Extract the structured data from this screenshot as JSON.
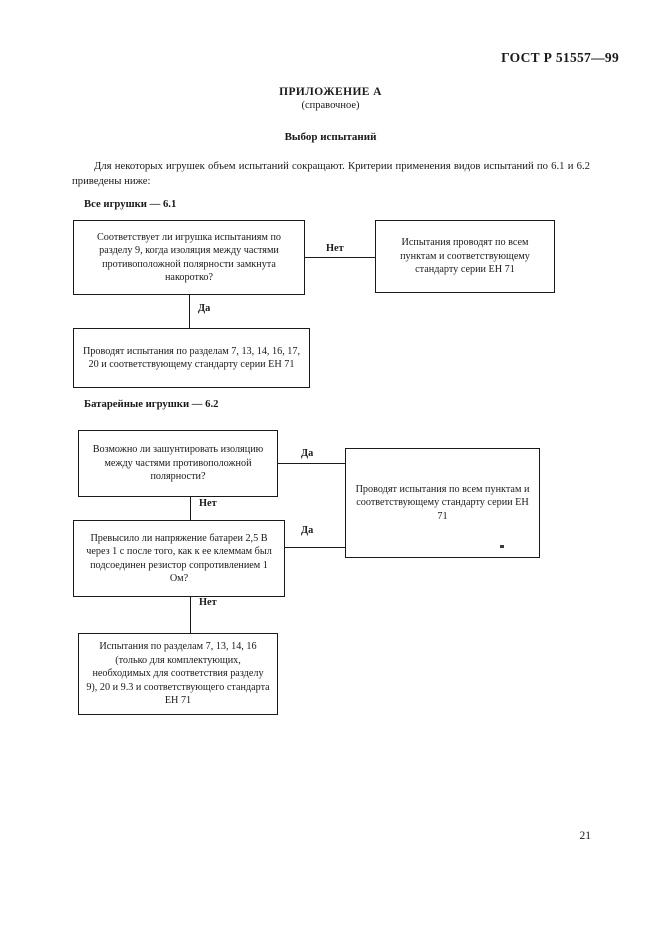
{
  "document": {
    "standard_header": "ГОСТ Р 51557—99",
    "appendix_title": "ПРИЛОЖЕНИЕ А",
    "appendix_subtitle": "(справочное)",
    "section_title": "Выбор испытаний",
    "intro_paragraph": "Для некоторых игрушек объем испытаний сокращают. Критерии применения видов испытаний по 6.1 и 6.2 приведены ниже:",
    "page_number": "21"
  },
  "section_6_1": {
    "heading": "Все игрушки — 6.1",
    "decision": "Соответствует ли игрушка испытаниям по разделу 9, когда изоляция между частями противоположной полярности замкнута накоротко?",
    "branch_no_label": "Нет",
    "branch_yes_label": "Да",
    "outcome_no": "Испытания проводят по всем пунктам и соответствующему стандарту серии ЕН 71",
    "outcome_yes": "Проводят испытания по разделам 7, 13, 14, 16, 17, 20 и соответствующему стандарту серии ЕН 71"
  },
  "section_6_2": {
    "heading": "Батарейные игрушки — 6.2",
    "decision_1": "Возможно ли зашунтировать изоляцию между частями противоположной полярности?",
    "decision_1_yes_label": "Да",
    "decision_1_no_label": "Нет",
    "decision_2": "Превысило ли напряжение батареи 2,5 В через 1 с после того, как к ее клеммам был подсоединен резистор сопротивлением 1 Ом?",
    "decision_2_yes_label": "Да",
    "decision_2_no_label": "Нет",
    "outcome_yes": "Проводят испытания по всем пунктам и соответствующему стандарту серии ЕН 71",
    "outcome_no": "Испытания по разделам 7, 13, 14, 16 (только для комплектующих, необходимых для соответствия разделу 9), 20 и 9.3 и соответствующего стандарта ЕН 71"
  }
}
